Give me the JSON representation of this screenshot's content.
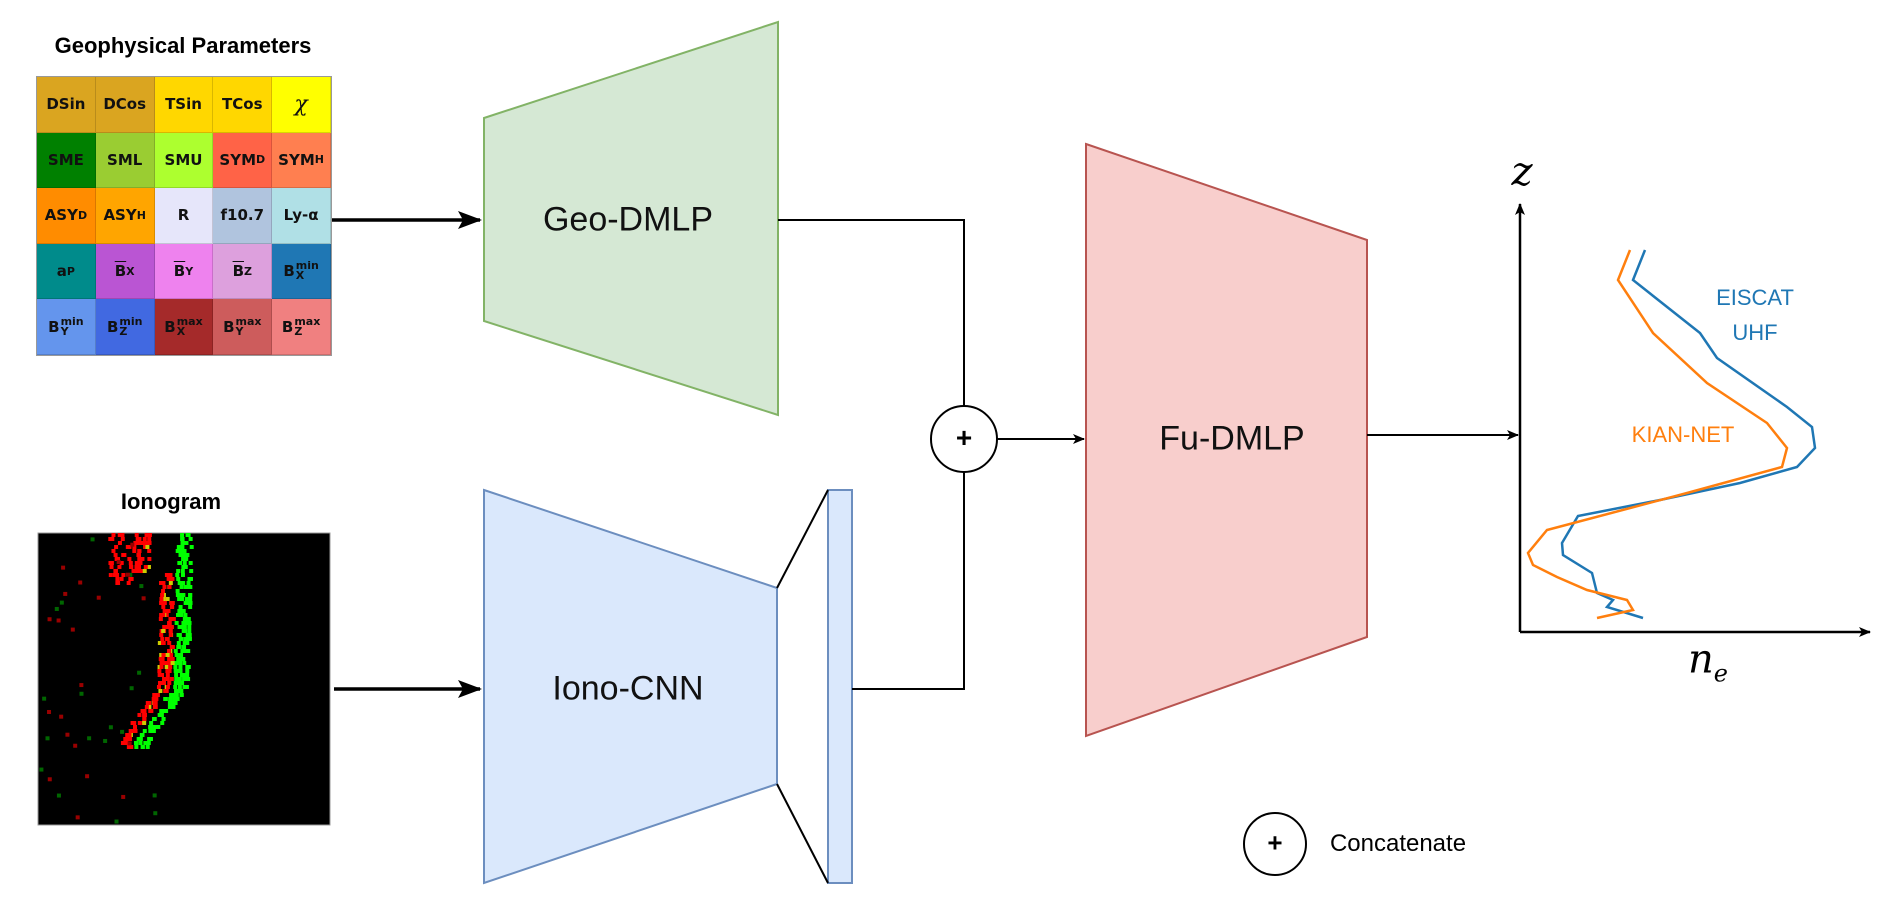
{
  "geophysical": {
    "title": "Geophysical Parameters",
    "cells": [
      {
        "base": "DSin",
        "color": "#DAA520"
      },
      {
        "base": "DCos",
        "color": "#DAA520"
      },
      {
        "base": "TSin",
        "color": "#FFD700"
      },
      {
        "base": "TCos",
        "color": "#FFD700"
      },
      {
        "base": "χ",
        "color": "#FFFF00",
        "italic": true
      },
      {
        "base": "SME",
        "color": "#008000"
      },
      {
        "base": "SML",
        "color": "#9ACD32"
      },
      {
        "base": "SMU",
        "color": "#ADFF2F"
      },
      {
        "base": "SYM",
        "sub": "D",
        "color": "#FF6347"
      },
      {
        "base": "SYM",
        "sub": "H",
        "color": "#FF7F50"
      },
      {
        "base": "ASY",
        "sub": "D",
        "color": "#FF8C00"
      },
      {
        "base": "ASY",
        "sub": "H",
        "color": "#FFA500"
      },
      {
        "base": "R",
        "color": "#E6E6FA"
      },
      {
        "base": "f10.7",
        "color": "#B0C4DE"
      },
      {
        "base": "Ly-α",
        "color": "#B0E0E6"
      },
      {
        "base": "a",
        "sub": "P",
        "color": "#008B8B"
      },
      {
        "base": "B",
        "sub": "X",
        "bar": true,
        "color": "#BA55D3"
      },
      {
        "base": "B",
        "sub": "Y",
        "bar": true,
        "color": "#EE82EE"
      },
      {
        "base": "B",
        "sub": "Z",
        "bar": true,
        "color": "#DDA0DD"
      },
      {
        "base": "B",
        "sub": "X",
        "sup": "min",
        "color": "#1F77B4"
      },
      {
        "base": "B",
        "sub": "Y",
        "sup": "min",
        "color": "#6495ED"
      },
      {
        "base": "B",
        "sub": "Z",
        "sup": "min",
        "color": "#4169E1"
      },
      {
        "base": "B",
        "sub": "X",
        "sup": "max",
        "color": "#A52A2A"
      },
      {
        "base": "B",
        "sub": "Y",
        "sup": "max",
        "color": "#CD5C5C"
      },
      {
        "base": "B",
        "sub": "Z",
        "sup": "max",
        "color": "#F08080"
      }
    ]
  },
  "ionogram": {
    "title": "Ionogram"
  },
  "blocks": {
    "geo": {
      "label": "Geo-DMLP",
      "fill": "#D5E8D4",
      "stroke": "#82B366"
    },
    "iono": {
      "label": "Iono-CNN",
      "fill": "#DAE8FC",
      "stroke": "#6C8EBF"
    },
    "fu": {
      "label": "Fu-DMLP",
      "fill": "#F8CECC",
      "stroke": "#B85450"
    }
  },
  "concat_symbol": "+",
  "legend": {
    "symbol": "+",
    "label": "Concatenate"
  },
  "profile": {
    "y_axis_label": "z",
    "x_axis_label": "n",
    "x_axis_sub": "e",
    "series": [
      {
        "name_line1": "EISCAT",
        "name_line2": "UHF",
        "color": "#1F77B4"
      },
      {
        "name": "KIAN-NET",
        "color": "#FF7F0E"
      }
    ]
  }
}
